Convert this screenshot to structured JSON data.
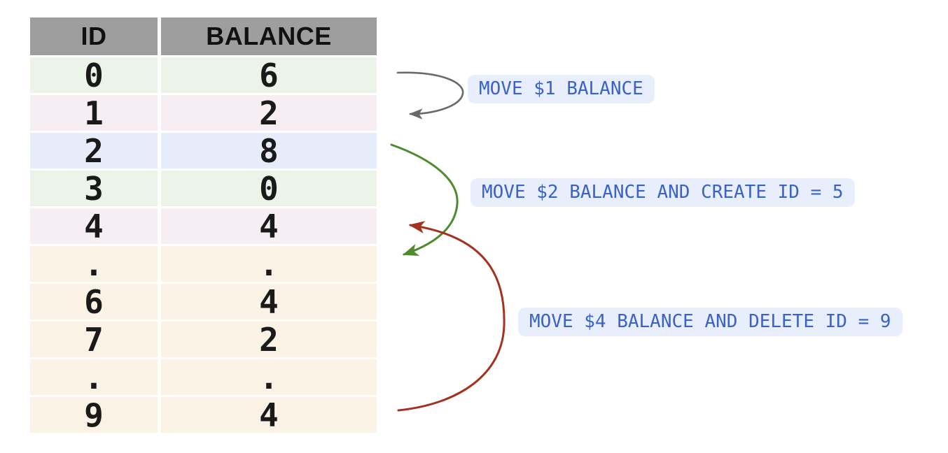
{
  "table": {
    "columns": [
      "ID",
      "BALANCE"
    ],
    "rows": [
      {
        "id": "0",
        "balance": "6",
        "theme": "green"
      },
      {
        "id": "1",
        "balance": "2",
        "theme": "pink"
      },
      {
        "id": "2",
        "balance": "8",
        "theme": "blue"
      },
      {
        "id": "3",
        "balance": "0",
        "theme": "green"
      },
      {
        "id": "4",
        "balance": "4",
        "theme": "pink"
      },
      {
        "id": ".",
        "balance": ".",
        "theme": "cream"
      },
      {
        "id": "6",
        "balance": "4",
        "theme": "cream"
      },
      {
        "id": "7",
        "balance": "2",
        "theme": "cream"
      },
      {
        "id": ".",
        "balance": ".",
        "theme": "cream"
      },
      {
        "id": "9",
        "balance": "4",
        "theme": "cream"
      }
    ]
  },
  "annotations": [
    {
      "label": "MOVE $1 BALANCE",
      "arrow": "gray",
      "from_row_id": "0",
      "to_row_id": "1"
    },
    {
      "label": "MOVE $2 BALANCE AND CREATE ID = 5",
      "arrow": "green",
      "from_row_id": "2",
      "to_row_id": "."
    },
    {
      "label": "MOVE $4 BALANCE AND DELETE ID = 9",
      "arrow": "red",
      "from_row_id": "9",
      "to_row_id": "4"
    }
  ],
  "colors": {
    "header_bg": "#9e9e9e",
    "row_green": "#ecf4e9",
    "row_pink": "#f6eef3",
    "row_blue": "#e6ecf9",
    "row_cream": "#faf2e4",
    "pill_bg": "#e8eefb",
    "pill_text": "#3a63c7",
    "arrow_gray": "#6a6a6a",
    "arrow_green": "#4e8b2e",
    "arrow_red": "#a33220"
  }
}
